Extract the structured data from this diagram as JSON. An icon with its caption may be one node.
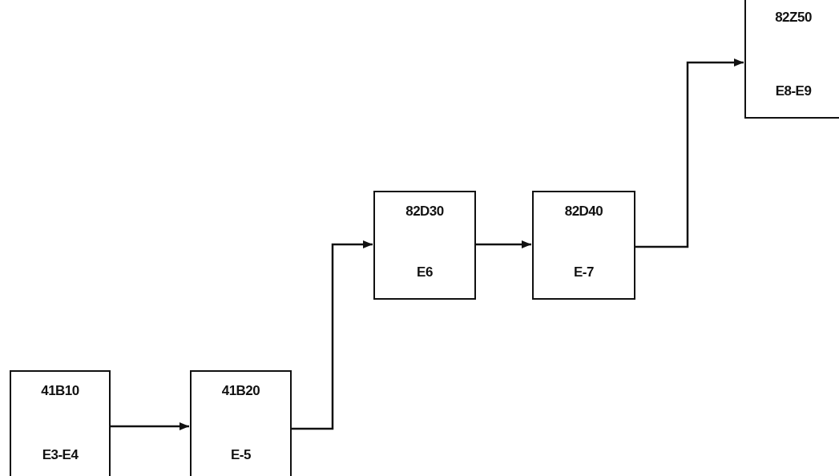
{
  "diagram": {
    "nodes": [
      {
        "text": [
          "41B10",
          "E3-E4"
        ]
      },
      {
        "text": [
          "41B20",
          "E-5"
        ]
      },
      {
        "text": [
          "82D30",
          "E6"
        ]
      },
      {
        "text": [
          "82D40",
          "E-7"
        ]
      },
      {
        "text": [
          "82Z50",
          "E8-E9"
        ]
      }
    ],
    "edges": [
      {
        "from": 0,
        "to": 1,
        "arrow": "to"
      },
      {
        "from": 1,
        "to": 2,
        "arrow": "to"
      },
      {
        "from": 2,
        "to": 3,
        "arrow": "to"
      },
      {
        "from": 3,
        "to": 4,
        "arrow": "to"
      }
    ]
  }
}
